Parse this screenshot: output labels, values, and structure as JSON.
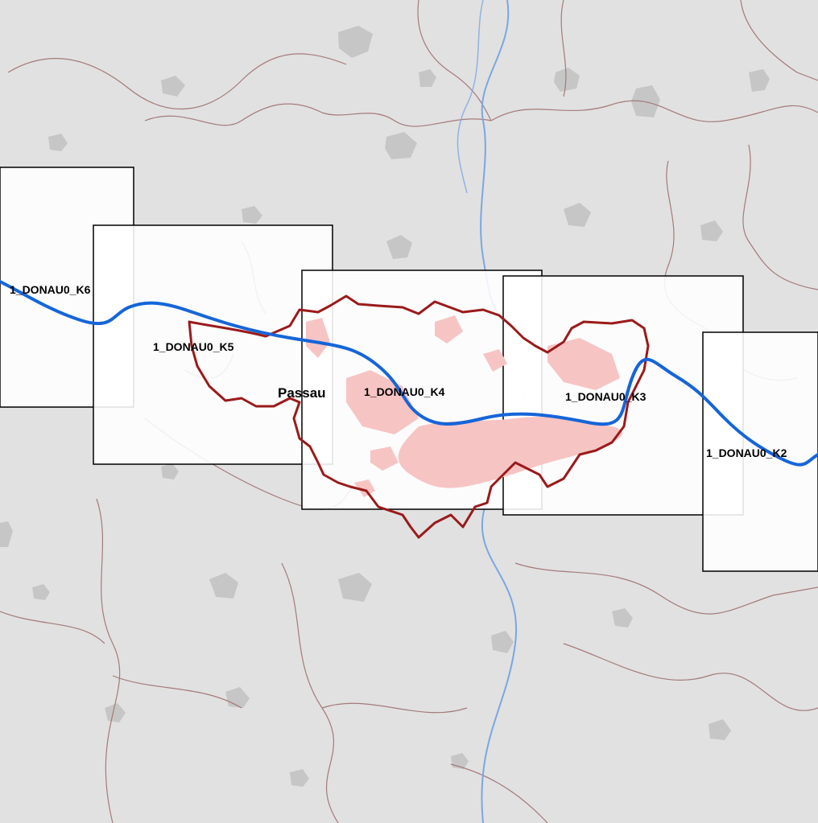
{
  "map": {
    "city_label": "Passau",
    "tiles": [
      {
        "id": "k6",
        "label": "1_DONAU0_K6"
      },
      {
        "id": "k5",
        "label": "1_DONAU0_K5"
      },
      {
        "id": "k4",
        "label": "1_DONAU0_K4"
      },
      {
        "id": "k3",
        "label": "1_DONAU0_K3"
      },
      {
        "id": "k2",
        "label": "1_DONAU0_K2"
      }
    ],
    "colors": {
      "background": "#e1e1e1",
      "tile_fill": "#ffffff",
      "tile_border": "#000000",
      "settlement": "#c6c6c6",
      "admin_boundary": "#a57a7a",
      "city_boundary": "#9b1a1a",
      "city_area": "#f7c4c4",
      "danube": "#1565d8",
      "inn_river": "#7aa7e2"
    }
  }
}
